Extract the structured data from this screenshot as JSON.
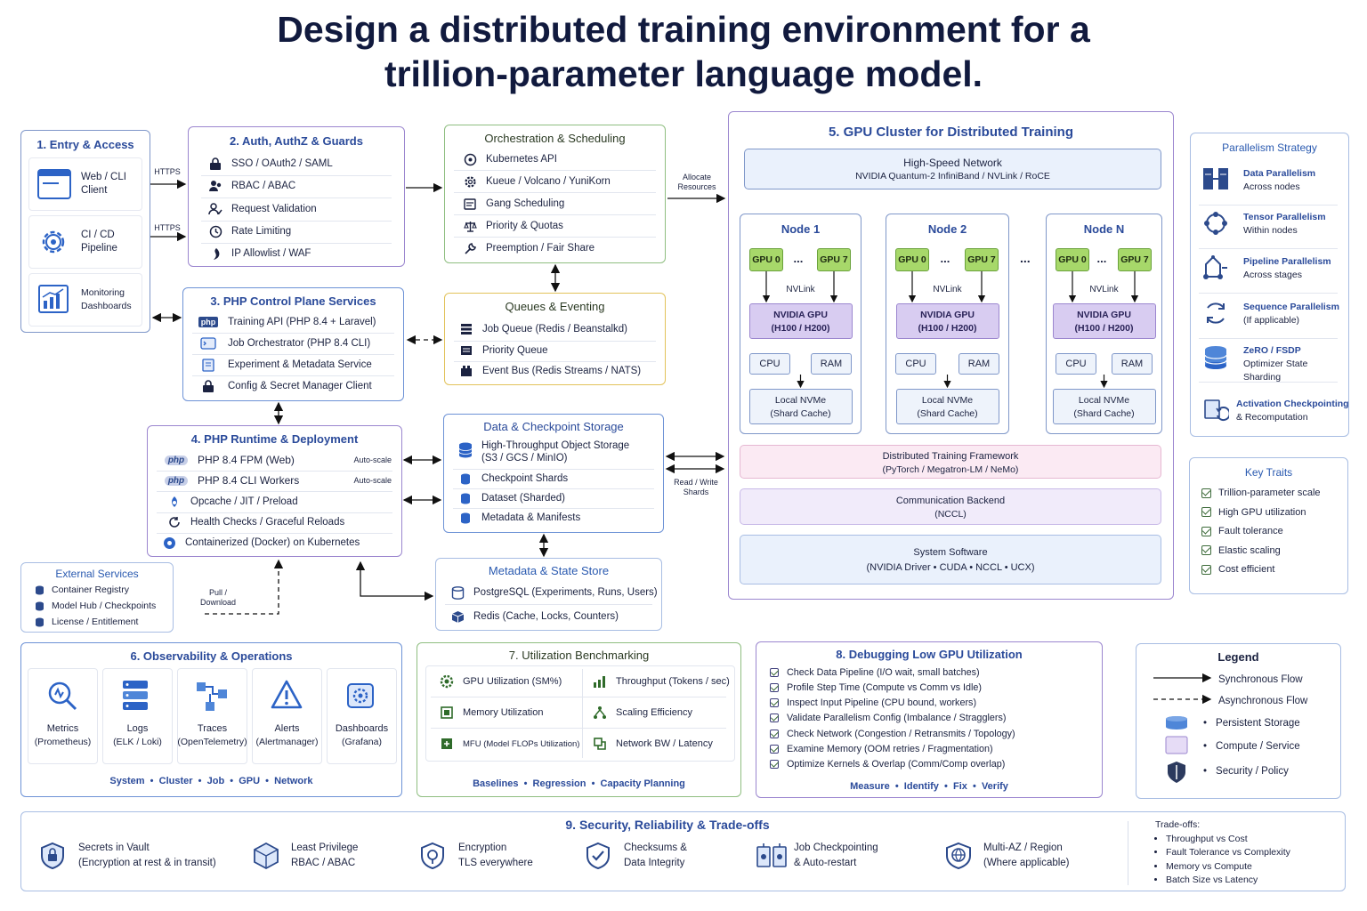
{
  "title": [
    "Design a distributed training environment for a",
    "trillion-parameter language model."
  ],
  "entry": {
    "title": "1. Entry & Access",
    "items": [
      {
        "icon": "browser-window-icon",
        "label": [
          "Web / CLI",
          "Client"
        ]
      },
      {
        "icon": "gear-icon",
        "label": [
          "CI / CD",
          "Pipeline"
        ]
      },
      {
        "icon": "chart-icon",
        "label": [
          "Monitoring",
          "Dashboards"
        ]
      }
    ],
    "https": "HTTPS"
  },
  "auth": {
    "title": "2. Auth, AuthZ & Guards",
    "items": [
      "SSO / OAuth2 / SAML",
      "RBAC / ABAC",
      "Request Validation",
      "Rate Limiting",
      "IP Allowlist / WAF"
    ]
  },
  "orch": {
    "title": "Orchestration & Scheduling",
    "items": [
      "Kubernetes API",
      "Kueue / Volcano / YuniKorn",
      "Gang Scheduling",
      "Priority & Quotas",
      "Preemption / Fair Share"
    ],
    "allocate": [
      "Allocate",
      "Resources"
    ]
  },
  "php_control": {
    "title": "3. PHP Control Plane Services",
    "items": [
      "Training API (PHP 8.4 + Laravel)",
      "Job Orchestrator (PHP 8.4 CLI)",
      "Experiment & Metadata Service",
      "Config & Secret Manager Client"
    ]
  },
  "queues": {
    "title": "Queues & Eventing",
    "items": [
      "Job Queue (Redis / Beanstalkd)",
      "Priority Queue",
      "Event Bus (Redis Streams / NATS)"
    ]
  },
  "php_runtime": {
    "title": "4. PHP Runtime & Deployment",
    "items": [
      {
        "label": "PHP 8.4 FPM (Web)",
        "tag": "Auto-scale",
        "icon": "php"
      },
      {
        "label": "PHP 8.4 CLI Workers",
        "tag": "Auto-scale",
        "icon": "php"
      },
      {
        "label": "Opcache / JIT / Preload",
        "tag": "",
        "icon": "cache"
      },
      {
        "label": "Health Checks / Graceful Reloads",
        "tag": "",
        "icon": "refresh"
      },
      {
        "label": "Containerized (Docker) on Kubernetes",
        "tag": "",
        "icon": "k8s"
      }
    ],
    "php_badge": "php"
  },
  "external": {
    "title": "External Services",
    "items": [
      "Container Registry",
      "Model Hub / Checkpoints",
      "License / Entitlement"
    ],
    "pull": [
      "Pull /",
      "Download"
    ]
  },
  "storage": {
    "title": "Data & Checkpoint Storage",
    "items": [
      [
        "High-Throughput Object Storage",
        "(S3 / GCS / MinIO)"
      ],
      [
        "Checkpoint Shards"
      ],
      [
        "Dataset (Sharded)"
      ],
      [
        "Metadata & Manifests"
      ]
    ],
    "readwrite": [
      "Read / Write",
      "Shards"
    ]
  },
  "metastore": {
    "title": "Metadata & State Store",
    "items": [
      "PostgreSQL (Experiments, Runs, Users)",
      "Redis (Cache, Locks, Counters)"
    ]
  },
  "gpu_cluster": {
    "title": "5. GPU Cluster for Distributed Training",
    "network": [
      "High-Speed Network",
      "NVIDIA Quantum-2 InfiniBand / NVLink / RoCE"
    ],
    "nodes": [
      {
        "name": "Node 1"
      },
      {
        "name": "Node 2"
      },
      {
        "name": "Node N"
      }
    ],
    "gpu_first": "GPU 0",
    "gpu_last": "GPU 7",
    "ellipsis": "...",
    "nvlink": "NVLink",
    "nvgpu": [
      "NVIDIA GPU",
      "(H100 / H200)"
    ],
    "cpu": "CPU",
    "ram": "RAM",
    "nvme": [
      "Local NVMe",
      "(Shard Cache)"
    ],
    "framework": [
      "Distributed Training Framework",
      "(PyTorch / Megatron-LM / NeMo)"
    ],
    "comm": [
      "Communication Backend",
      "(NCCL)"
    ],
    "system": [
      "System Software",
      "(NVIDIA Driver • CUDA • NCCL • UCX)"
    ]
  },
  "parallelism": {
    "title": "Parallelism Strategy",
    "items": [
      {
        "name": "Data Parallelism",
        "sub": [
          "Across nodes"
        ]
      },
      {
        "name": "Tensor Parallelism",
        "sub": [
          "Within nodes"
        ]
      },
      {
        "name": "Pipeline Parallelism",
        "sub": [
          "Across stages"
        ]
      },
      {
        "name": "Sequence Parallelism",
        "sub": [
          "(If applicable)"
        ]
      },
      {
        "name": "ZeRO / FSDP",
        "sub": [
          "Optimizer State",
          "Sharding"
        ]
      },
      {
        "name": "Activation Checkpointing",
        "sub": [
          "& Recomputation"
        ]
      }
    ]
  },
  "traits": {
    "title": "Key Traits",
    "items": [
      "Trillion-parameter scale",
      "High GPU utilization",
      "Fault tolerance",
      "Elastic scaling",
      "Cost efficient"
    ]
  },
  "observability": {
    "title": "6. Observability & Operations",
    "tiles": [
      {
        "name": "Metrics",
        "sub": "(Prometheus)"
      },
      {
        "name": "Logs",
        "sub": "(ELK / Loki)"
      },
      {
        "name": "Traces",
        "sub": "(OpenTelemetry)"
      },
      {
        "name": "Alerts",
        "sub": "(Alertmanager)"
      },
      {
        "name": "Dashboards",
        "sub": "(Grafana)"
      }
    ],
    "footer": "System  •  Cluster  •  Job  •  GPU  •  Network"
  },
  "benchmark": {
    "title": "7. Utilization Benchmarking",
    "left": [
      "GPU Utilization (SM%)",
      "Memory Utilization",
      "MFU (Model FLOPs Utilization)"
    ],
    "right": [
      "Throughput (Tokens / sec)",
      "Scaling Efficiency",
      "Network BW / Latency"
    ],
    "footer": "Baselines  •  Regression  •  Capacity Planning"
  },
  "debugging": {
    "title": "8. Debugging Low GPU Utilization",
    "items": [
      "Check Data Pipeline (I/O wait, small batches)",
      "Profile Step Time (Compute vs Comm vs Idle)",
      "Inspect Input Pipeline (CPU bound, workers)",
      "Validate Parallelism Config (Imbalance / Stragglers)",
      "Check Network (Congestion / Retransmits / Topology)",
      "Examine Memory (OOM retries / Fragmentation)",
      "Optimize Kernels & Overlap (Comm/Comp overlap)"
    ],
    "footer": "Measure  •  Identify  •  Fix  •  Verify"
  },
  "legend": {
    "title": "Legend",
    "items": [
      "Synchronous Flow",
      "Asynchronous Flow",
      "Persistent Storage",
      "Compute / Service",
      "Security / Policy"
    ],
    "bullet": "•"
  },
  "security": {
    "title": "9. Security, Reliability & Trade-offs",
    "items": [
      {
        "icon": "lock-shield-icon",
        "name": "Secrets in Vault",
        "sub": "(Encryption at rest & in transit)"
      },
      {
        "icon": "cube-icon",
        "name": "Least Privilege",
        "sub": "RBAC / ABAC"
      },
      {
        "icon": "encryption-shield-icon",
        "name": "Encryption",
        "sub": "TLS everywhere"
      },
      {
        "icon": "check-shield-icon",
        "name": "Checksums &",
        "sub": "Data Integrity"
      },
      {
        "icon": "checkpoint-icon",
        "name": "Job Checkpointing",
        "sub": "& Auto-restart"
      },
      {
        "icon": "globe-shield-icon",
        "name": "Multi-AZ / Region",
        "sub": "(Where applicable)"
      }
    ],
    "tradeoffs_title": "Trade-offs:",
    "tradeoffs": [
      "Throughput vs Cost",
      "Fault Tolerance vs Complexity",
      "Memory vs Compute",
      "Batch Size vs Latency"
    ]
  }
}
